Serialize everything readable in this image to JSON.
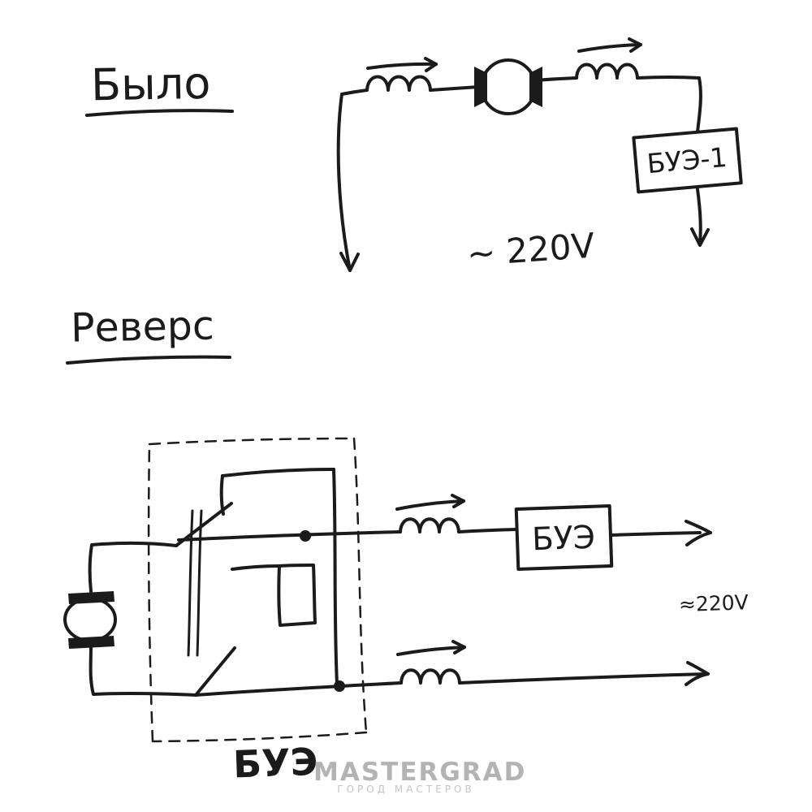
{
  "diagram": {
    "colors": {
      "ink": "#1b1b1b",
      "watermark": "#b3b3b3",
      "watermark_tagline": "#c4c4c4",
      "background": "#ffffff"
    },
    "top_circuit": {
      "title": "Было",
      "control_box_label": "БУЭ-1",
      "voltage_label": "~ 220V"
    },
    "reverse_circuit": {
      "title": "Реверс",
      "control_box_label": "БУЭ",
      "switch_unit_label": "БУЭ",
      "voltage_label": "≈220V"
    },
    "watermark": {
      "brand": "MASTERGRAD",
      "tagline": "ГОРОД МАСТЕРОВ"
    }
  }
}
